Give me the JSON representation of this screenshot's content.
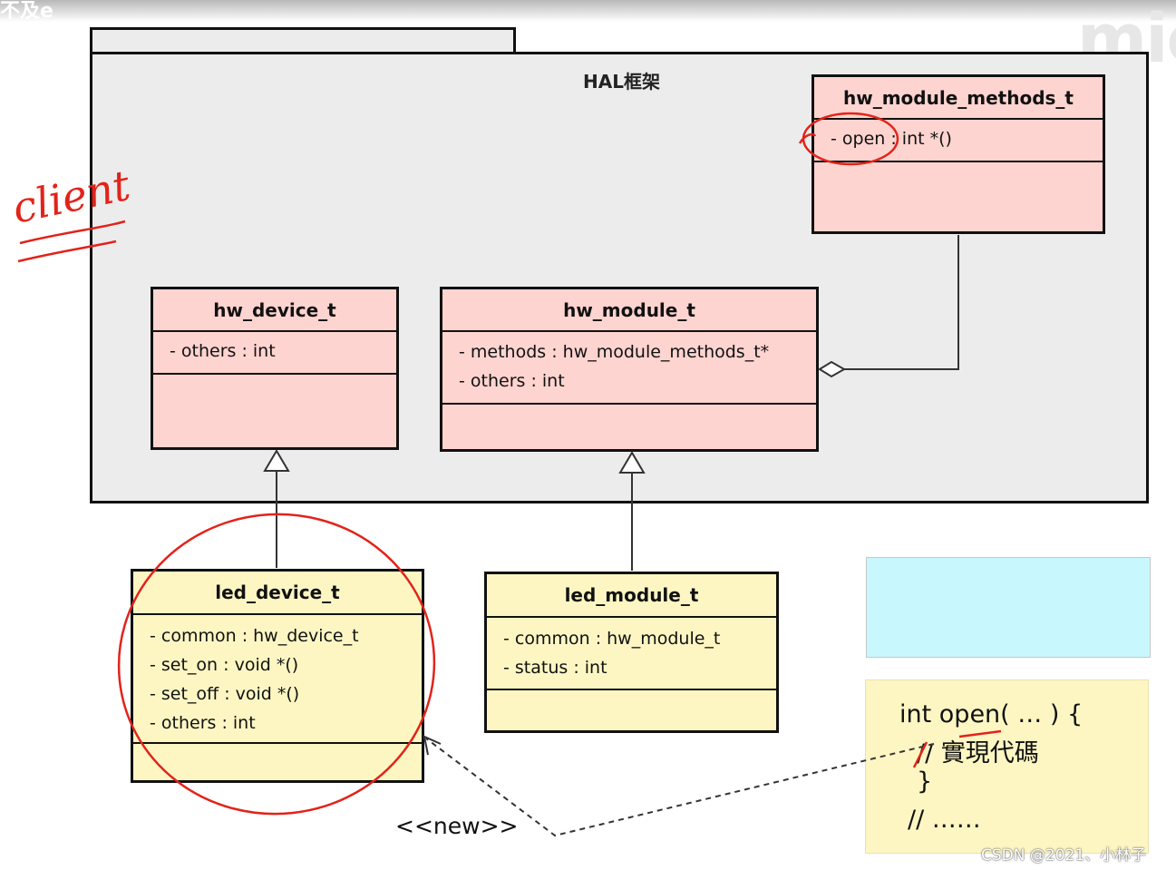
{
  "header": {
    "fragment_text": "不及e",
    "watermark": "mic"
  },
  "package": {
    "title": "HAL框架"
  },
  "classes": {
    "hw_module_methods_t": {
      "name": "hw_module_methods_t",
      "attrs": [
        "- open : int *()"
      ]
    },
    "hw_device_t": {
      "name": "hw_device_t",
      "attrs": [
        "- others : int"
      ]
    },
    "hw_module_t": {
      "name": "hw_module_t",
      "attrs": [
        "- methods : hw_module_methods_t*",
        "- others : int"
      ]
    },
    "led_device_t": {
      "name": "led_device_t",
      "attrs": [
        "- common :  hw_device_t",
        "- set_on : void *()",
        "- set_off : void *()",
        "- others : int"
      ]
    },
    "led_module_t": {
      "name": "led_module_t",
      "attrs": [
        "- common :  hw_module_t",
        "- status : int"
      ]
    }
  },
  "stereotype": "<<new>>",
  "code": {
    "line1": "int open( … ) {",
    "line2": "// 實現代碼",
    "line3": "}",
    "line4": "// ……"
  },
  "annotation": {
    "text": "client",
    "color": "#e2231a"
  },
  "credit": "CSDN @2021、小林子",
  "colors": {
    "pink": "#fdd4d0",
    "yellow": "#fdf6c3",
    "cyan": "#c8f7fd",
    "package": "#ececec"
  }
}
